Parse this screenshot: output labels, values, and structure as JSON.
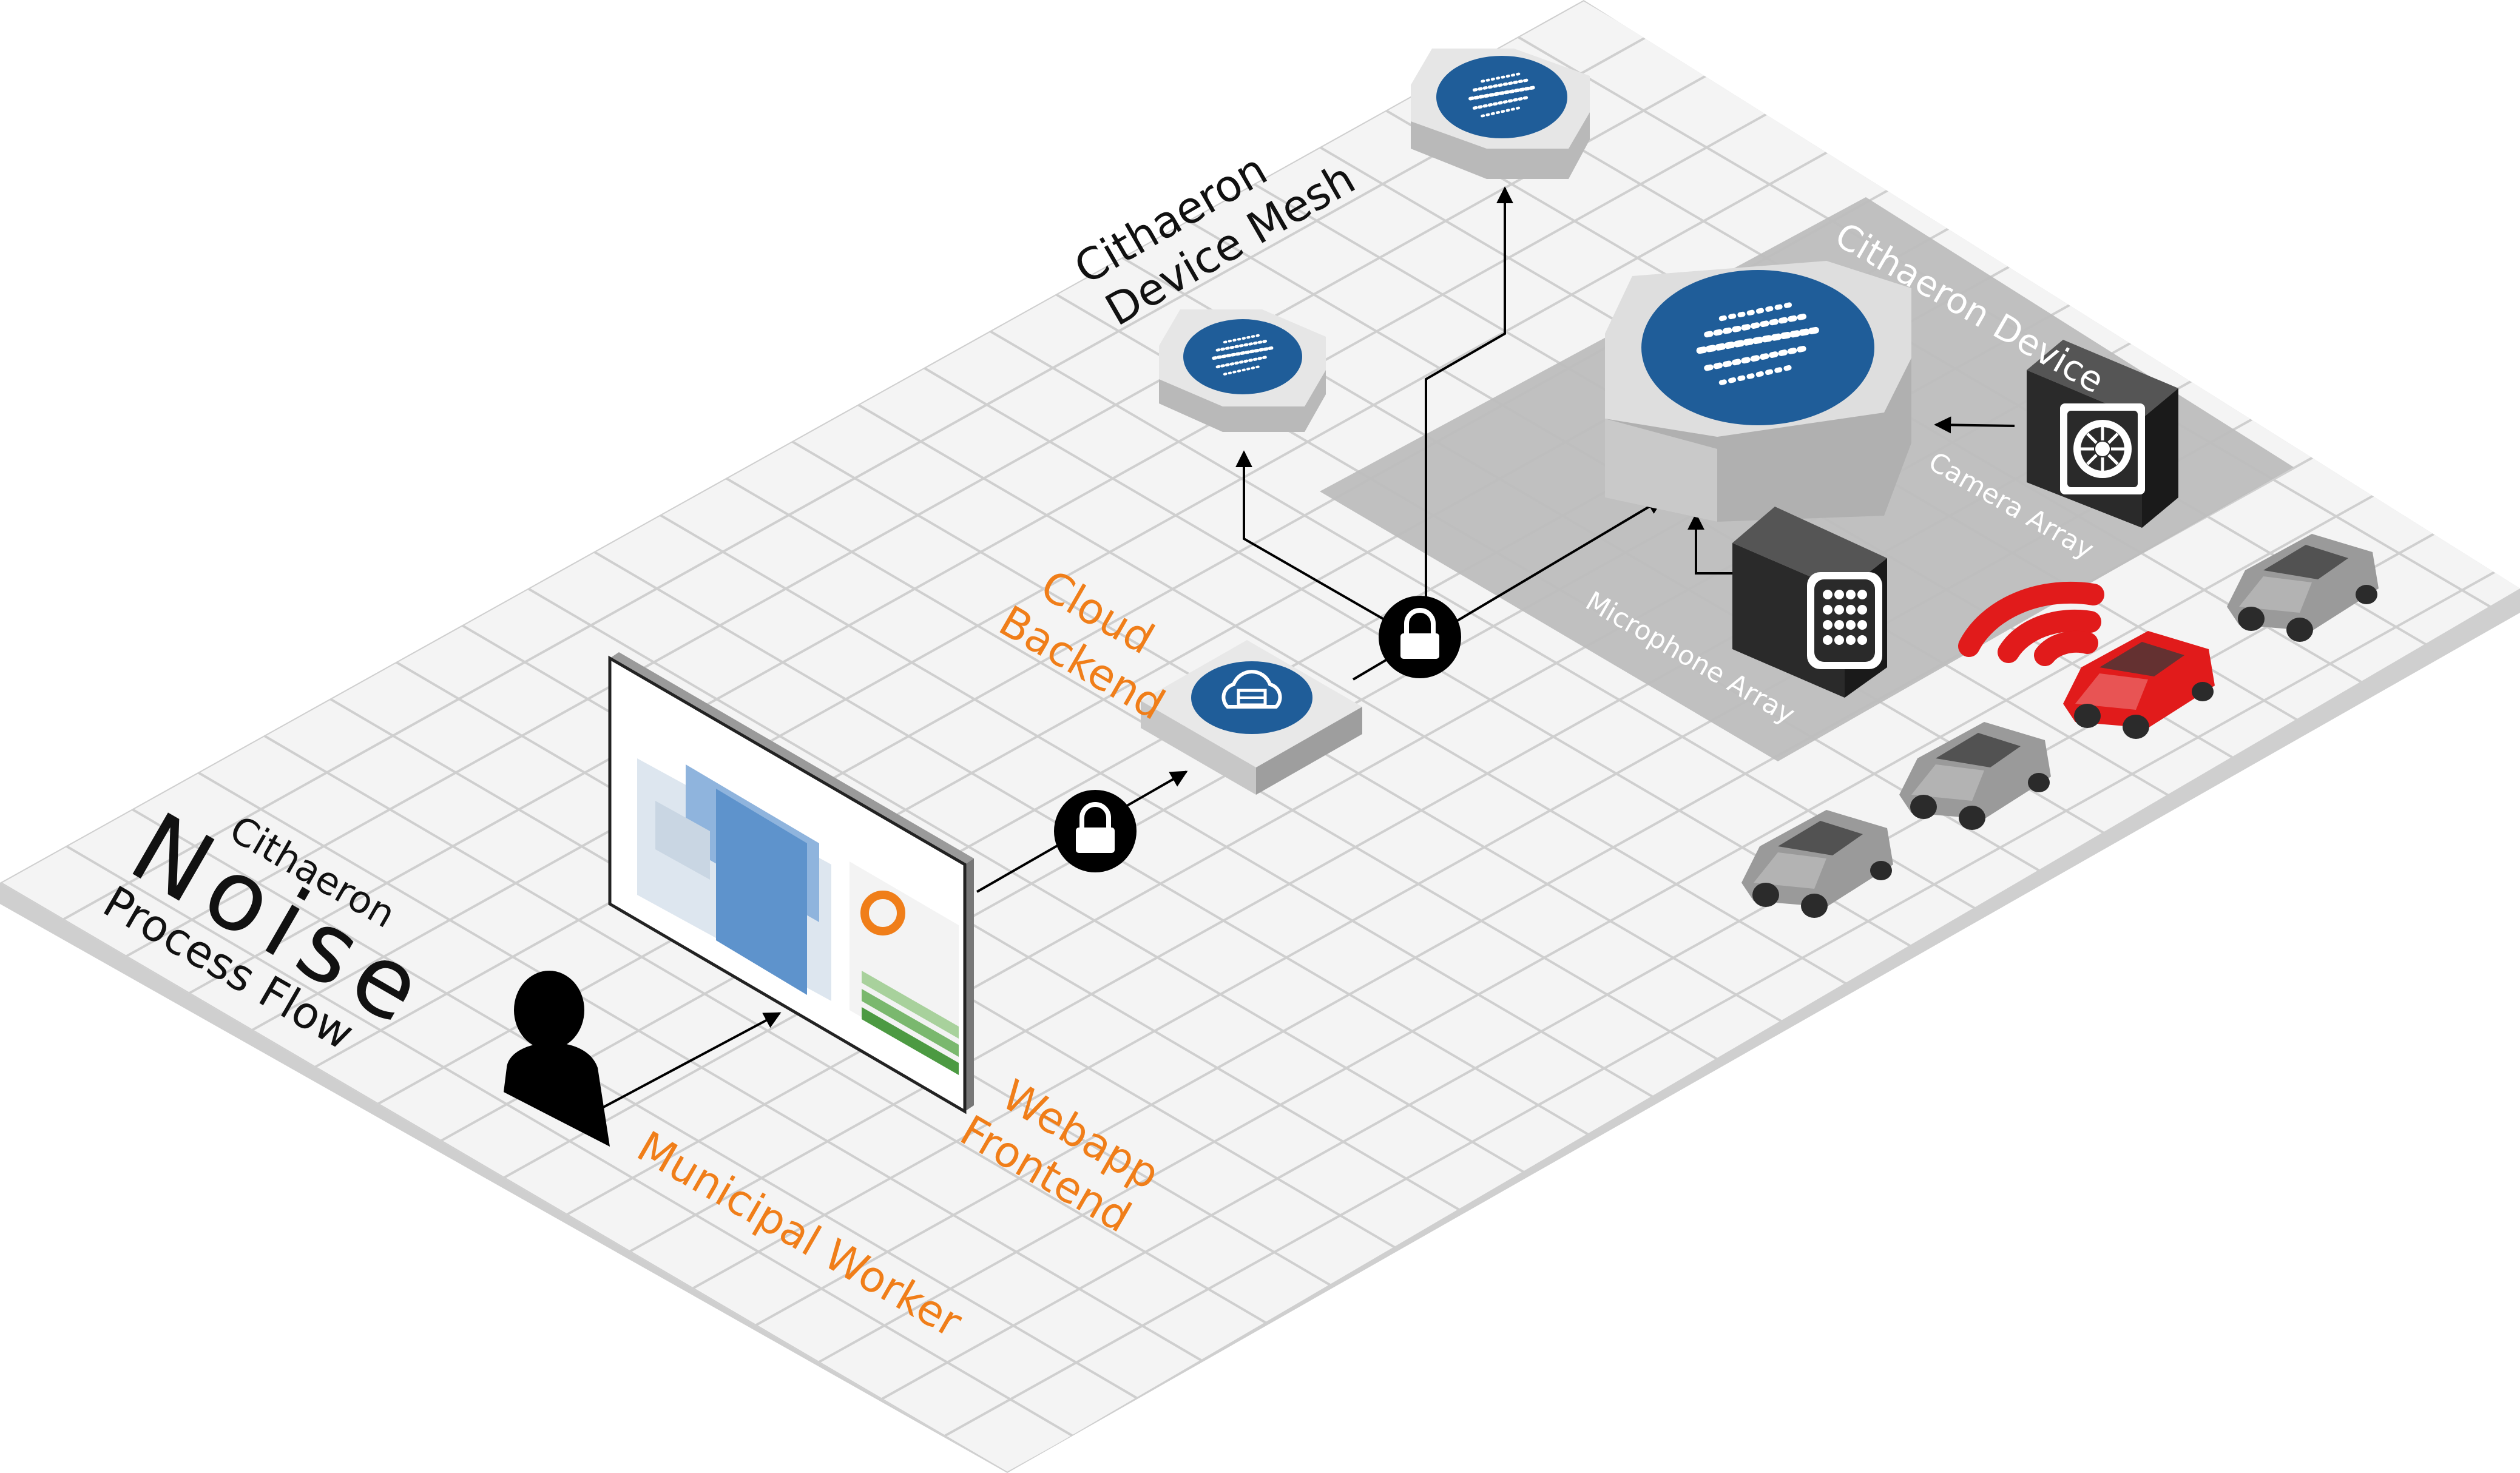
{
  "title": {
    "line1": "Cithaeron",
    "line2": "Noise",
    "line3": "Process Flow"
  },
  "labels": {
    "device_mesh_line1": "Cithaeron",
    "device_mesh_line2": "Device Mesh",
    "cithaeron_device": "Cithaeron Device",
    "camera_array": "Camera Array",
    "microphone_array": "Microphone Array",
    "cloud_line1": "Cloud",
    "cloud_line2": "Backend",
    "webapp_line1": "Webapp",
    "webapp_line2": "Frontend",
    "municipal_worker": "Municipal Worker"
  },
  "colors": {
    "accent_orange": "#f07e19",
    "device_blue": "#1f5d99",
    "alarm_red": "#e11b1b",
    "platform_gray": "#bdbdbd",
    "grid_line": "#cfcfcf"
  },
  "icons": {
    "lock": "lock-icon",
    "person": "person-icon",
    "cloud": "cloud-icon",
    "wave": "sound-wave-icon",
    "camera": "camera-icon",
    "microphone": "microphone-icon",
    "car": "car-icon",
    "signal": "wireless-signal-icon"
  }
}
